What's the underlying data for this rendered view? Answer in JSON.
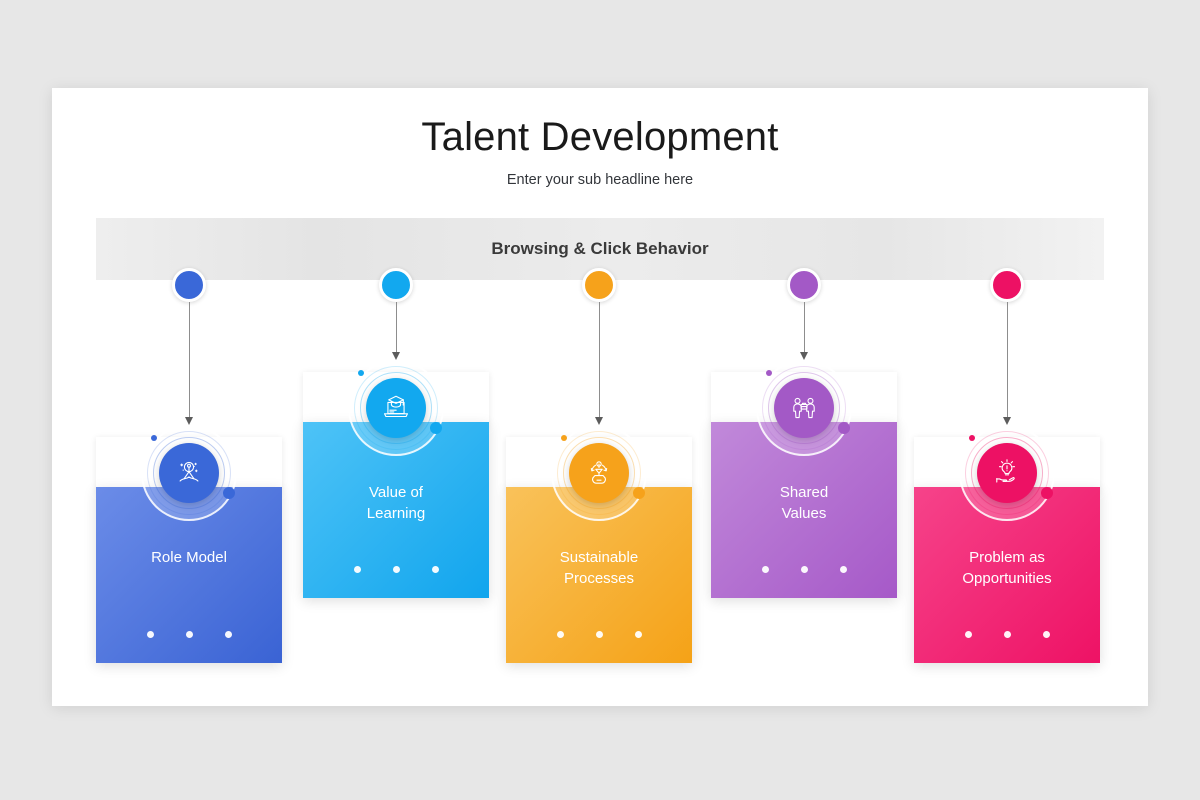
{
  "slide": {
    "title": "Talent Development",
    "subtitle": "Enter your sub headline here",
    "banner_label": "Browsing & Click Behavior",
    "background_color": "#e7e7e7",
    "surface_color": "#ffffff"
  },
  "steps": [
    {
      "label": "Role Model",
      "icon": "rocket-person-icon",
      "node_color": "#3a68d8",
      "color_light": "#6b8ce8",
      "color_dark": "#3a63d4",
      "accent_color": "#3a68d8",
      "dots": 3,
      "position": "low"
    },
    {
      "label": "Value of\nLearning",
      "icon": "laptop-graduation-icon",
      "node_color": "#12a8ef",
      "color_light": "#4ec3f7",
      "color_dark": "#11a5ed",
      "accent_color": "#12a8ef",
      "dots": 3,
      "position": "high"
    },
    {
      "label": "Sustainable\nProcesses",
      "icon": "recycle-gear-icon",
      "node_color": "#f6a21b",
      "color_light": "#f9c25a",
      "color_dark": "#f5a217",
      "accent_color": "#f6a21b",
      "dots": 3,
      "position": "low"
    },
    {
      "label": "Shared\nValues",
      "icon": "people-sharing-icon",
      "node_color": "#a359c6",
      "color_light": "#c189da",
      "color_dark": "#a659c8",
      "accent_color": "#a359c6",
      "dots": 3,
      "position": "high"
    },
    {
      "label": "Problem as\nOpportunities",
      "icon": "hand-lightbulb-icon",
      "node_color": "#ed1164",
      "color_light": "#f6438a",
      "color_dark": "#ee1265",
      "accent_color": "#ed1164",
      "dots": 3,
      "position": "low"
    }
  ]
}
